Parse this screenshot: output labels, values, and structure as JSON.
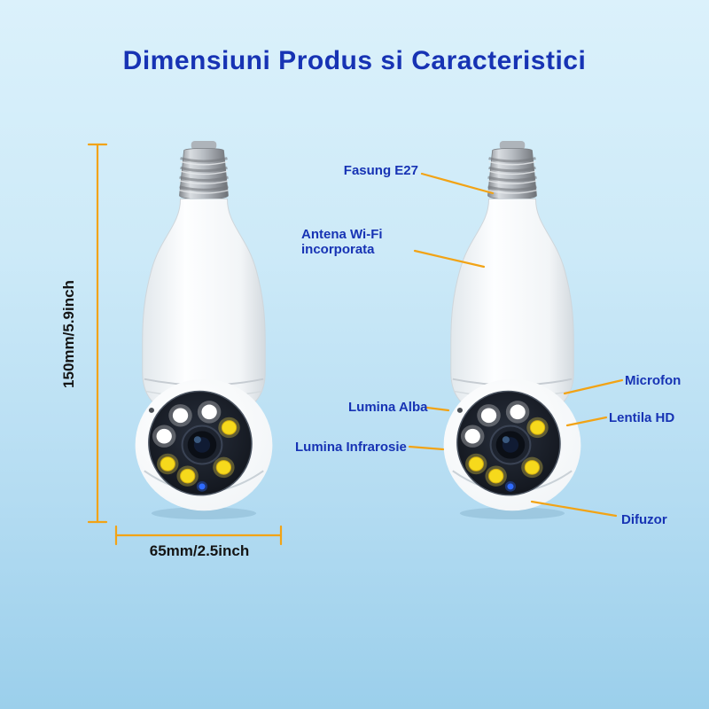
{
  "title": "Dimensiuni Produs si Caracteristici",
  "dimensions": {
    "height_label": "150mm/5.9inch",
    "width_label": "65mm/2.5inch"
  },
  "callouts": {
    "fasung_e27": "Fasung E27",
    "antena_wifi": "Antena Wi-Fi\nincorporata",
    "microfon": "Microfon",
    "lentila_hd": "Lentila HD",
    "lumina_alba": "Lumina Alba",
    "lumina_infrarosie": "Lumina Infrarosie",
    "difuzor": "Difuzor"
  },
  "images": {
    "left_camera": "bulb-e27-security-camera",
    "right_camera": "bulb-e27-security-camera"
  },
  "colors": {
    "accent_line": "#F2A315",
    "label_text": "#1733B4",
    "title_text": "#1733B4",
    "dimension_text": "#141414",
    "background_top": "#DBF1FB",
    "background_bottom": "#9BCFEB"
  }
}
